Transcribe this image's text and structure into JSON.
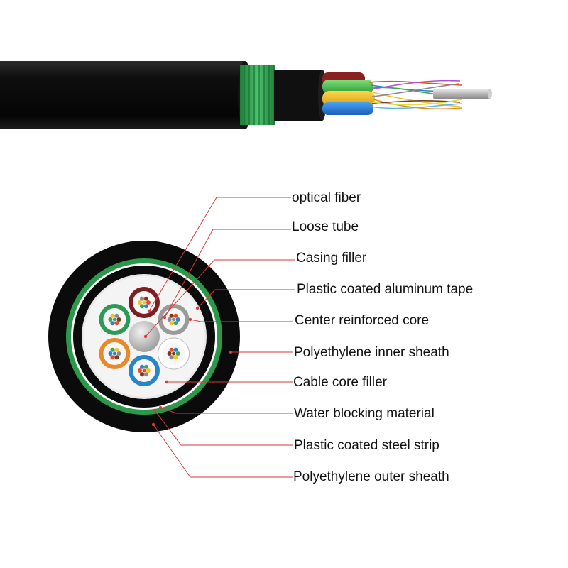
{
  "colors": {
    "leader": "#d63a3a",
    "sheath": "#0b0b0b",
    "armor_green": "#2a9a4a",
    "loose_tube": [
      "#7a1f22",
      "#9a9a9a",
      "#ffffff",
      "#2a85c8",
      "#e88a2c",
      "#2e9a55"
    ],
    "fiber_dots": [
      "#e34b2b",
      "#2f7fd1",
      "#3aa657",
      "#f2c12e",
      "#8a8a8a",
      "#7a3b1a"
    ]
  },
  "labels": [
    "optical fiber",
    "Loose tube",
    "Casing filler",
    "Plastic coated aluminum tape",
    "Center reinforced core",
    "Polyethylene inner sheath",
    "Cable core filler",
    "Water blocking material",
    "Plastic coated steel strip",
    "Polyethylene outer sheath"
  ]
}
